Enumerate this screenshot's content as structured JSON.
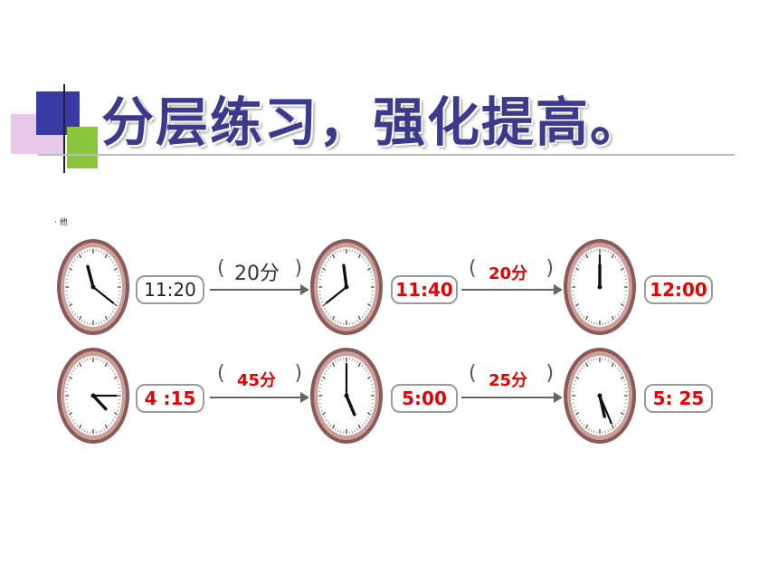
{
  "title": "分层练习，强化提高。",
  "stray_label": "· 他",
  "rows": [
    {
      "clocks": [
        {
          "hour": 11,
          "minute": 20
        },
        {
          "hour": 11,
          "minute": 40
        },
        {
          "hour": 12,
          "minute": 0
        }
      ],
      "times": [
        "11:20",
        "11:40",
        "12:00"
      ],
      "intervals": [
        "20分",
        "20分"
      ]
    },
    {
      "clocks": [
        {
          "hour": 4,
          "minute": 15
        },
        {
          "hour": 5,
          "minute": 0
        },
        {
          "hour": 5,
          "minute": 25
        }
      ],
      "times": [
        "4 :15",
        "5:00",
        "5: 25"
      ],
      "intervals": [
        "45分",
        "25分"
      ]
    }
  ],
  "colors": {
    "clock_rim": "#8b5a58",
    "answer": "#e60000",
    "title": "#3b3a8c"
  }
}
